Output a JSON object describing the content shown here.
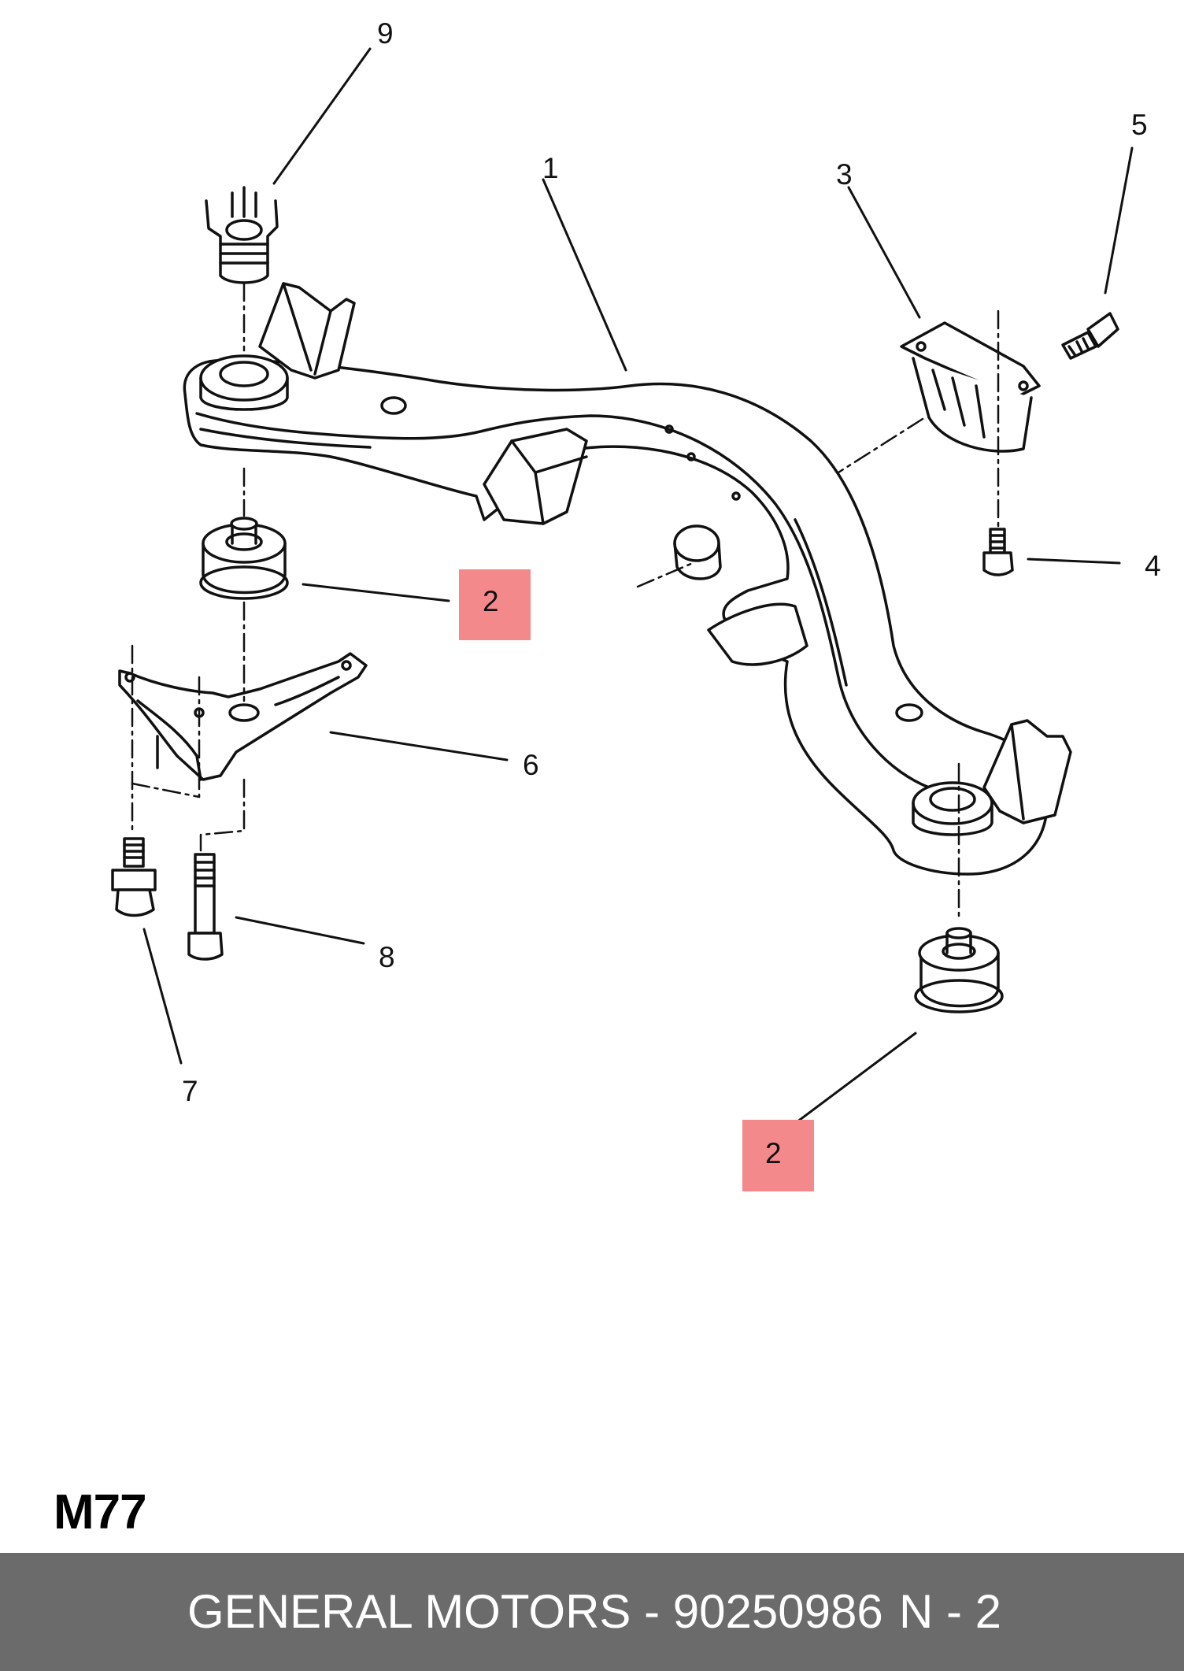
{
  "callouts": {
    "c1": "1",
    "c2a": "2",
    "c2b": "2",
    "c3": "3",
    "c4": "4",
    "c5": "5",
    "c6": "6",
    "c7": "7",
    "c8": "8",
    "c9": "9"
  },
  "highlight_color": "#f4898c",
  "page_code": "M77",
  "footer": {
    "title": "GENERAL MOTORS - 90250986",
    "code": "N - 2"
  }
}
